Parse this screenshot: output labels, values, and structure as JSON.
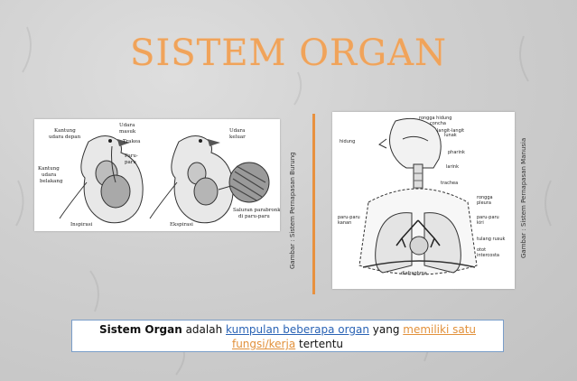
{
  "slide": {
    "title": "SISTEM ORGAN",
    "bird_caption": "Gambar : Sistem Pernapasan Burung",
    "human_caption": "Gambar : Sistem Pernapasan Manusia",
    "bird_labels": {
      "kantung_depan": "Kantung udara depan",
      "udara_masuk": "Udara masuk",
      "trakea": "Trakea",
      "paru": "Paru-paru",
      "kantung_belakang": "Kantung udara belakang",
      "udara_keluar": "Udara keluar",
      "saluran": "Saluran parabronkus di paru-paru",
      "inspirasi": "Inspirasi",
      "ekspirasi": "Ekspirasi"
    },
    "human_labels": {
      "rongga_hidung": "rongga hidung",
      "concha": "concha",
      "langit": "langit-langit lunak",
      "hidung": "hidung",
      "pharink": "pharink",
      "larink": "larink",
      "trachea": "trachea",
      "rongga_pleura": "rongga pleura",
      "paru_kanan": "paru-paru kanan",
      "paru_kiri": "paru-paru kiri",
      "tulang_rusuk": "tulang rusuk",
      "otot": "otot intercosta",
      "diafraghma": "diafraghma"
    },
    "definition": {
      "term": "Sistem Organ",
      "text1": " adalah ",
      "link1": "kumpulan beberapa organ",
      "text2": " yang ",
      "link2": "memiliki satu fungsi/kerja",
      "text3": " tertentu"
    },
    "colors": {
      "accent": "#f0a35a",
      "divider": "#e8913f",
      "link_blue": "#2a63b5",
      "border_blue": "#7a9ec9"
    }
  }
}
